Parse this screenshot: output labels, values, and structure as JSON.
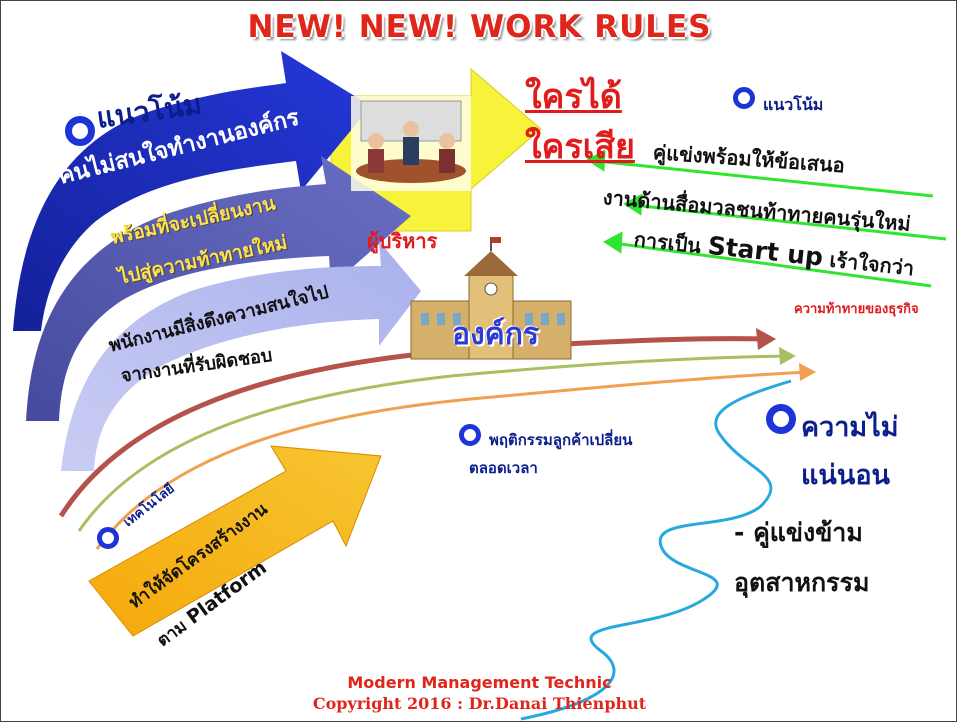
{
  "title": "NEW! NEW! WORK RULES",
  "winners": "ใครได้",
  "losers": "ใครเสีย",
  "trend_left": "แนวโน้ม",
  "arrow1": "คนไม่สนใจทำงานองค์กร",
  "arrow2_line1": "พร้อมที่จะเปลี่ยนงาน",
  "arrow2_line2": "ไปสู่ความท้าทายใหม่",
  "arrow3_line1": "พนักงานมีสิ่งดึงความสนใจไป",
  "arrow3_line2": "จากงานที่รับผิดชอบ",
  "executives": "ผู้บริหาร",
  "organization": "องค์กร",
  "trend_right": "แนวโน้ม",
  "right_line1": "คู่แข่งพร้อมให้ข้อเสนอ",
  "right_line2": "งานด้านสื่อมวลชนท้าทายคนรุ่นใหม่",
  "right_line3_pre": "การเป็น",
  "right_line3_bold": "Start up",
  "right_line3_post": "เร้าใจกว่า",
  "business_challenge": "ความท้าทายของธุรกิจ",
  "customer_line1": "พฤติกรรมลูกค้าเปลี่ยน",
  "customer_line2": "ตลอดเวลา",
  "uncertainty_line1": "ความไม่",
  "uncertainty_line2": "แน่นอน",
  "cross_line1": "- คู่แข่งข้าม",
  "cross_line2": "อุตสาหกรรม",
  "technology": "เทคโนโลยี",
  "platform_line1": "ทำให้จัดโครงสร้างงาน",
  "platform_line2_pre": "ตาม",
  "platform_line2_bold": "Platform",
  "footer_line1": "Modern Management Technic",
  "footer_line2": "Copyright  2016 : Dr.Danai  Thienphut",
  "colors": {
    "title_red": "#e0251b",
    "arrow_navy": "#1a2fbf",
    "arrow_purple": "#5b5fb8",
    "arrow_lavender": "#b9bff0",
    "arrow_yellow": "#f7f23a",
    "arrow_orange": "#f2b112",
    "line_green": "#2ee62e",
    "curve_brown": "#b5524a",
    "curve_olive": "#a8bf62",
    "curve_orange": "#f0a050",
    "river_blue": "#29a8e0",
    "bullet_blue": "#1d34d8"
  },
  "icons": [
    "meeting-clipart-icon",
    "building-clipart-icon",
    "bullet-icon"
  ]
}
